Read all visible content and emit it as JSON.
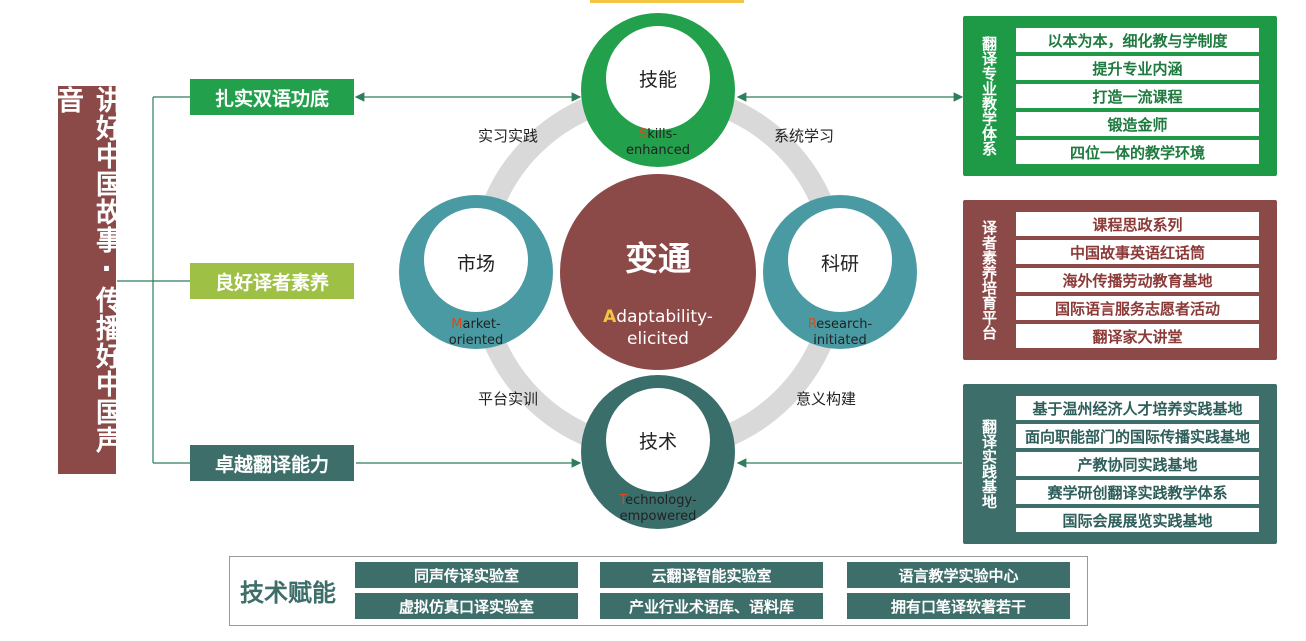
{
  "left_title": "讲好中国故事·传播好中国声音",
  "left_tags": [
    {
      "label": "扎实双语功底",
      "color": "#22A04B"
    },
    {
      "label": "良好译者素养",
      "color": "#9DC045"
    },
    {
      "label": "卓越翻译能力",
      "color": "#3E6E6A"
    }
  ],
  "center": {
    "title": "变通",
    "first": "A",
    "rest1": "daptability-",
    "rest2": "elicited"
  },
  "circles": {
    "top": {
      "label": "技能",
      "first": "S",
      "rest1": "kills-",
      "rest2": "enhanced"
    },
    "left": {
      "label": "市场",
      "first": "M",
      "rest1": "arket-",
      "rest2": "oriented"
    },
    "right": {
      "label": "科研",
      "first": "R",
      "rest1": "esearch-",
      "rest2": "initiated"
    },
    "bottom": {
      "label": "技术",
      "first": "T",
      "rest1": "echnology-",
      "rest2": "empowered"
    }
  },
  "edges": {
    "top_left": "实习实践",
    "top_right": "系统学习",
    "bottom_left": "平台实训",
    "bottom_right": "意义构建"
  },
  "panels": [
    {
      "title": "翻译专业教学体系",
      "color": "#1E9A47",
      "items": [
        "以本为本，细化教与学制度",
        "提升专业内涵",
        "打造一流课程",
        "锻造金师",
        "四位一体的教学环境"
      ]
    },
    {
      "title": "译者素养培育平台",
      "color": "#8B4A48",
      "items": [
        "课程思政系列",
        "中国故事英语红话筒",
        "海外传播劳动教育基地",
        "国际语言服务志愿者活动",
        "翻译家大讲堂"
      ]
    },
    {
      "title": "翻译实践基地",
      "color": "#3E6E6A",
      "items": [
        "基于温州经济人才培养实践基地",
        "面向职能部门的国际传播实践基地",
        "产教协同实践基地",
        "赛学研创翻译实践教学体系",
        "国际会展展览实践基地"
      ]
    }
  ],
  "tech": {
    "title": "技术赋能",
    "cells": [
      "同声传译实验室",
      "云翻译智能实验室",
      "语言教学实验中心",
      "虚拟仿真口译实验室",
      "产业行业术语库、语料库",
      "拥有口笔译软著若干"
    ]
  }
}
